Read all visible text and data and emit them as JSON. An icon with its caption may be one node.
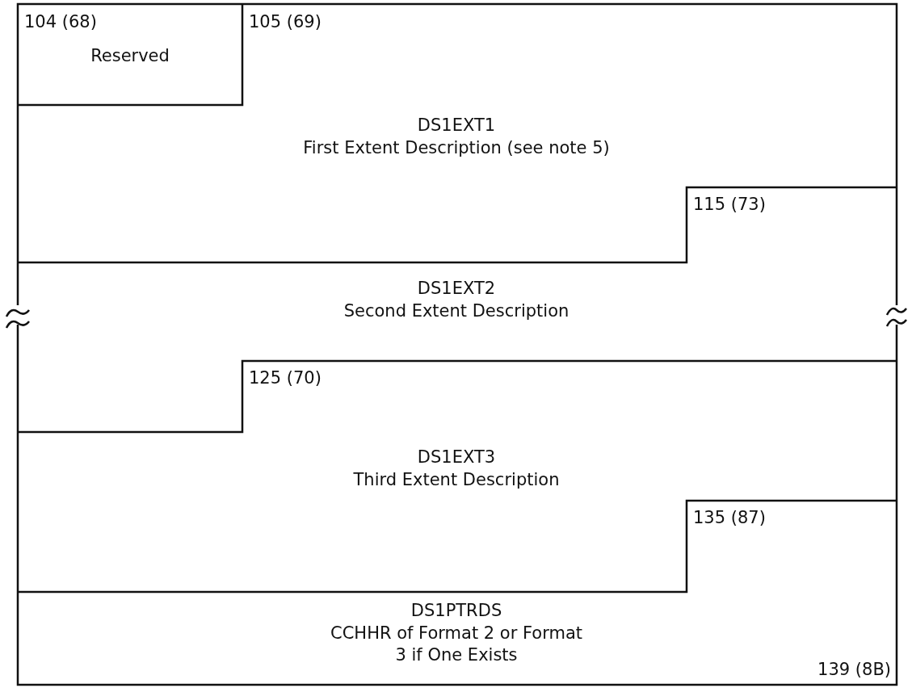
{
  "diagram": {
    "nodes": [
      {
        "text": [
          "104 (68)",
          "Reserved"
        ]
      },
      {
        "text": [
          "105 (69)",
          "DS1EXT1",
          "First Extent Description (see note 5)"
        ]
      },
      {
        "text": [
          "115 (73)",
          "DS1EXT2",
          "Second Extent Description"
        ]
      },
      {
        "text": [
          "125 (70)",
          "DS1EXT3",
          "Third Extent Description"
        ]
      },
      {
        "text": [
          "135 (87)",
          "DS1PTRDS",
          "CCHHR of Format 2 or Format 3 if One Exists"
        ]
      }
    ],
    "edges": [],
    "labels": [
      "139 (8B)"
    ]
  }
}
